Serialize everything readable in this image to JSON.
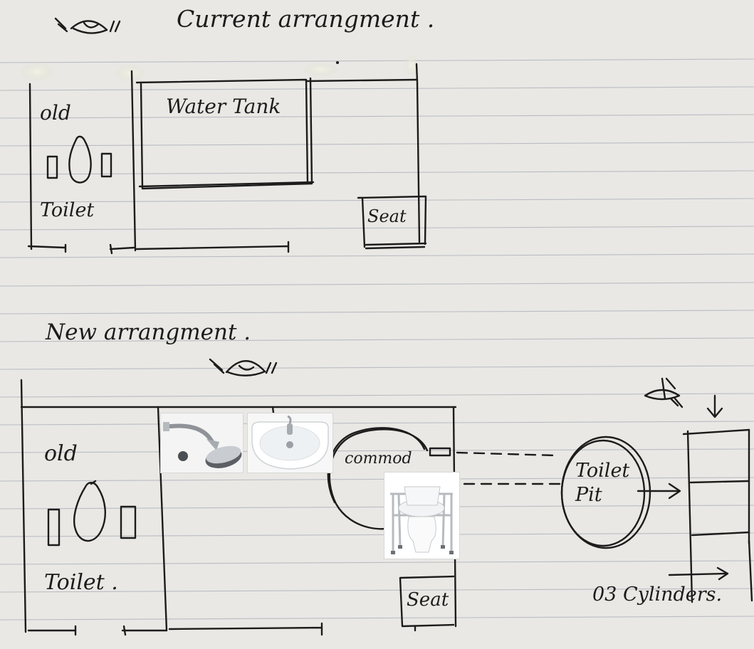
{
  "current": {
    "heading": "Current arrangment .",
    "old_label": "old",
    "toilet_label": "Toilet",
    "water_tank_label": "Water Tank",
    "seat_label": "Seat"
  },
  "new": {
    "heading": "New arrangment .",
    "old_label": "old",
    "toilet_label": "Toilet .",
    "commode_label": "commod",
    "toilet_pit_label": "Toilet Pit",
    "seat_label": "Seat",
    "cylinders_label": "03 Cylinders."
  },
  "photos": {
    "shower": "shower-head-photo",
    "sink": "wash-basin-photo",
    "commode_chair": "commode-chair-photo"
  },
  "colors": {
    "ink": "#1c1c1c",
    "paper": "#e9e8e4",
    "rule": "#b9bcc4"
  }
}
